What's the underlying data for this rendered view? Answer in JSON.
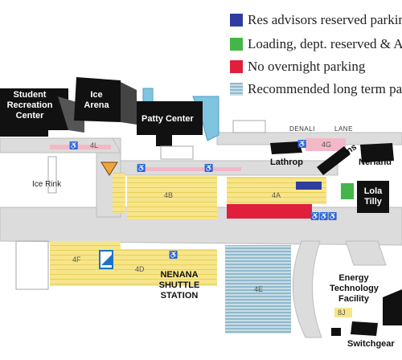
{
  "legend": [
    {
      "label": "Res advisors reserved parking",
      "color": "#2f3e9e",
      "type": "solid"
    },
    {
      "label": "Loading, dept. reserved & ADA",
      "color": "#44b649",
      "type": "solid"
    },
    {
      "label": "No overnight parking",
      "color": "#e01f3d",
      "type": "solid"
    },
    {
      "label": "Recommended long term parking",
      "color": "#9fc6d6",
      "type": "striped"
    }
  ],
  "buildings": {
    "student_rec": "Student Recreation Center",
    "ice_arena": "Ice Arena",
    "patty": "Patty Center",
    "lathrop": "Lathrop",
    "stevens": "Stevens",
    "nerland": "Nerland",
    "lola_tilly": "Lola Tilly",
    "energy": "Energy Technology Facility",
    "switchgear": "Switchgear"
  },
  "streets": {
    "denali": "DENALI",
    "lane": "LANE"
  },
  "lots": {
    "l4l": "4L",
    "l4b": "4B",
    "l4a": "4A",
    "l4g": "4G",
    "l4f": "4F",
    "l4d": "4D",
    "l4e": "4E",
    "l8j": "8J"
  },
  "features": {
    "ice_rink": "Ice Rink",
    "shuttle_station": "NENANA SHUTTLE STATION"
  },
  "accessible_icon": "wheelchair-icon",
  "colors": {
    "lot_yellow": "#f7e58a",
    "road": "#d9d9d9",
    "building": "#111111",
    "water": "#7fc4e0"
  }
}
